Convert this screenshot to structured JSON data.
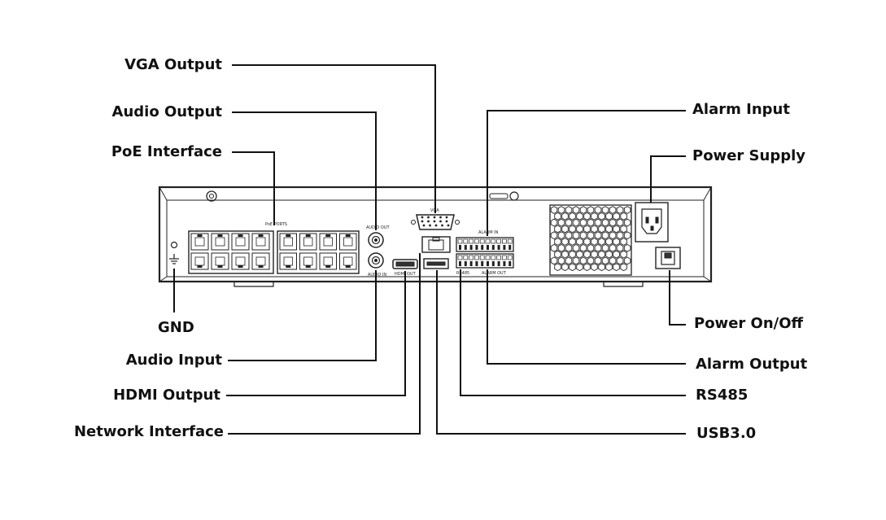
{
  "labels": {
    "vga_output": "VGA Output",
    "audio_output": "Audio Output",
    "poe_interface": "PoE Interface",
    "gnd": "GND",
    "audio_input": "Audio Input",
    "hdmi_output": "HDMI Output",
    "network_interface": "Network Interface",
    "alarm_input": "Alarm Input",
    "power_supply": "Power Supply",
    "power_on_off": "Power On/Off",
    "alarm_output": "Alarm Output",
    "rs485": "RS485",
    "usb": "USB3.0"
  },
  "panel": {
    "poe_ports": "PoE PORTS",
    "audio_out": "AUDIO OUT",
    "audio_in": "AUDIO IN",
    "vga": "VGA",
    "alarm_in": "ALARM IN",
    "alarm_out": "ALARM OUT",
    "rs485": "RS485",
    "hdmi": "HDMI OUT"
  }
}
